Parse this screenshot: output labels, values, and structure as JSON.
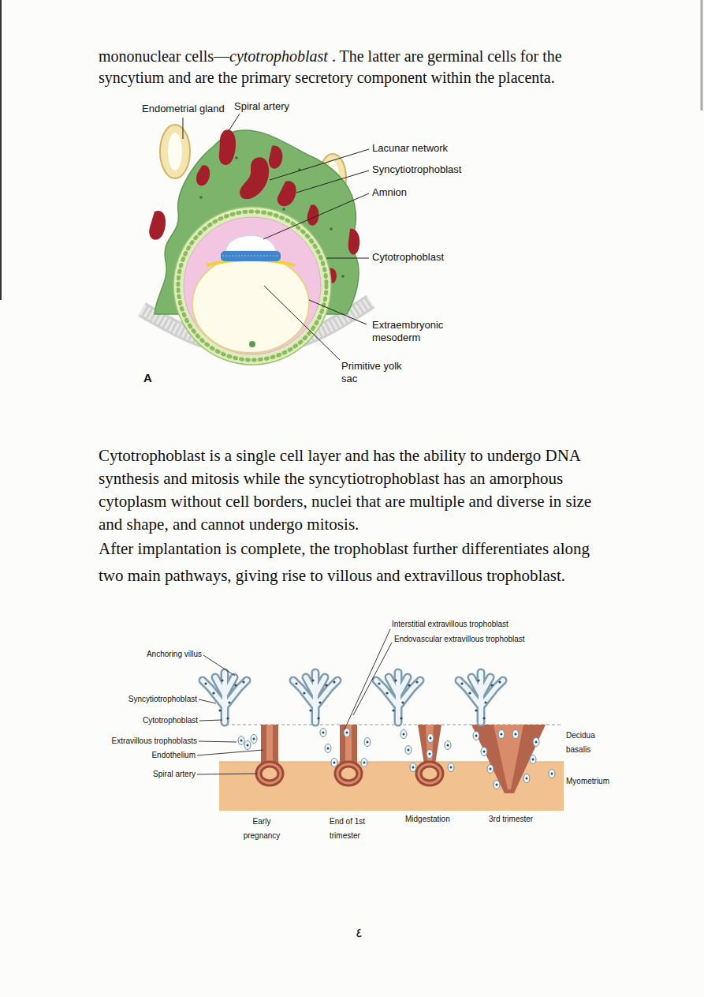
{
  "diagram": {
    "labels": [
      "mononuclear cells—",
      "cytotrophoblast",
      ". The latter are germinal cells for the syncytium and are the primary secretory component within the placenta.",
      "Endometrial gland",
      "Spiral artery",
      "Lacunar network",
      "Syncytiotrophoblast",
      "Amnion",
      "Cytotrophoblast",
      "Extraembryonic mesoderm",
      "Primitive yolk sac",
      "A",
      "Cytotrophoblast is a single cell layer and has the ability to undergo DNA synthesis and mitosis while the syncytiotrophoblast has an amorphous cytoplasm without cell borders, nuclei that are multiple and diverse in size and shape, and cannot undergo mitosis.",
      "After implantation is complete, the trophoblast further differentiates along two main pathways, giving rise to villous and extravillous trophoblast.",
      "Interstitial extravillous trophoblast",
      "Endovascular extravillous trophoblast",
      "Anchoring villus",
      "Syncytiotrophoblast",
      "Cytotrophoblast",
      "Extravillous trophoblasts",
      "Endothelium",
      "Spiral artery",
      "Decidua basalis",
      "Myometrium",
      "Early pregnancy",
      "End of 1st trimester",
      "Midgestation",
      "3rd trimester",
      "٤"
    ]
  }
}
